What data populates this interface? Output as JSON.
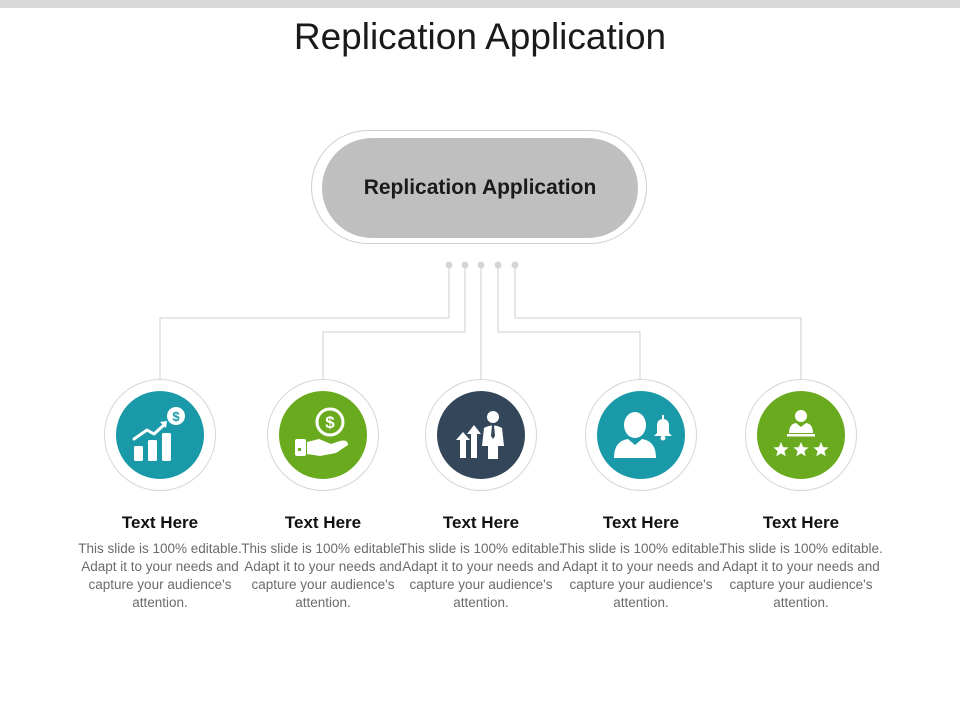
{
  "title": "Replication Application",
  "center": {
    "label": "Replication Application"
  },
  "colors": {
    "teal": "#1a9aa8",
    "green": "#6aaa1e",
    "navy": "#34475a",
    "pill": "#bfbfbf",
    "line": "#cfcfcf"
  },
  "items": [
    {
      "title": "Text Here",
      "description": "This slide is 100% editable. Adapt it to your needs and capture your audience's attention.",
      "icon": "growth-chart-dollar-icon",
      "color": "#1a9aa8"
    },
    {
      "title": "Text Here",
      "description": "This slide is 100% editable. Adapt it to your needs and capture your audience's attention.",
      "icon": "hand-dollar-icon",
      "color": "#6aaa1e"
    },
    {
      "title": "Text Here",
      "description": "This slide is 100% editable. Adapt it to your needs and capture your audience's attention.",
      "icon": "businessman-arrows-icon",
      "color": "#34475a"
    },
    {
      "title": "Text Here",
      "description": "This slide is 100% editable. Adapt it to your needs and capture your audience's attention.",
      "icon": "person-bell-icon",
      "color": "#1a9aa8"
    },
    {
      "title": "Text Here",
      "description": "This slide is 100% editable. Adapt it to your needs and capture your audience's attention.",
      "icon": "person-stars-icon",
      "color": "#6aaa1e"
    }
  ]
}
